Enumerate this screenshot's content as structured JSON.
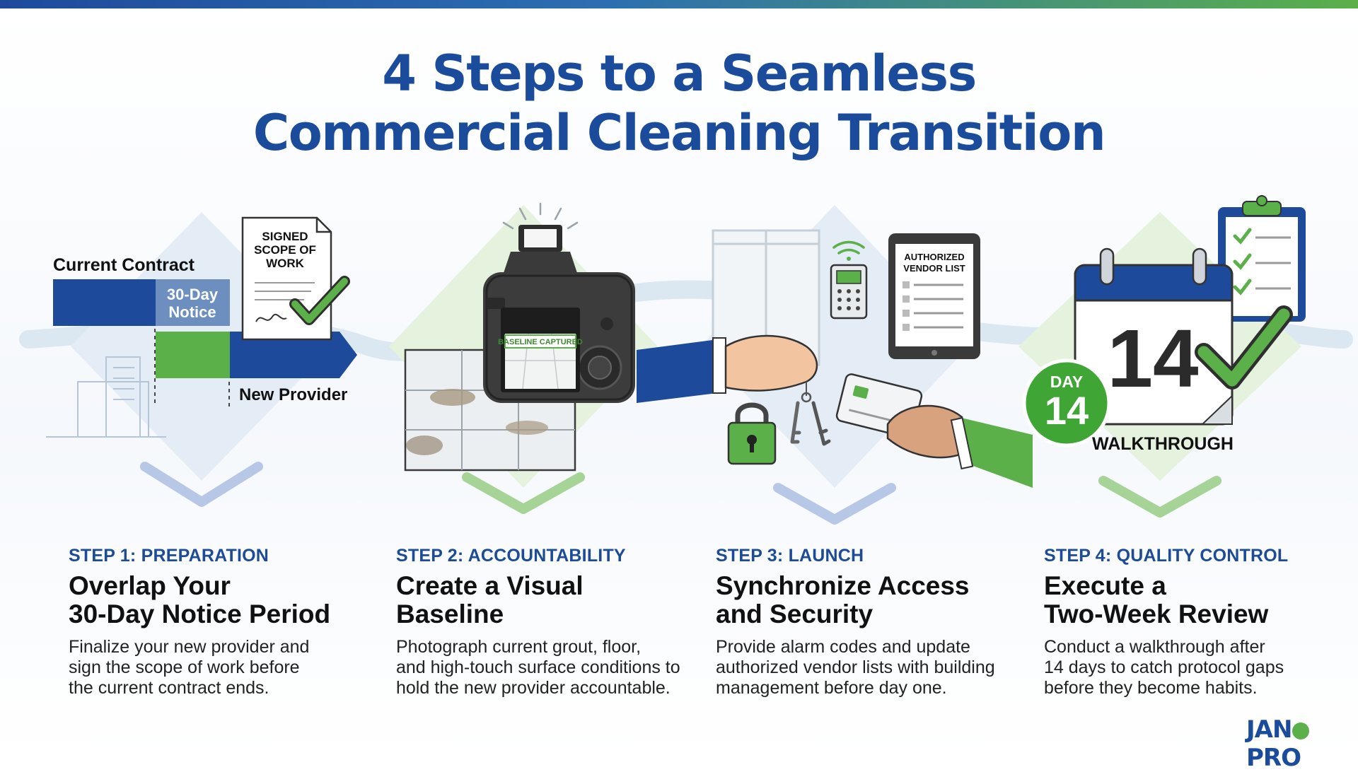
{
  "title_lines": [
    "4 Steps to a Seamless",
    "Commercial Cleaning Transition"
  ],
  "colors": {
    "primary_blue": "#1b4b9b",
    "accent_green": "#5bb04a",
    "text_dark": "#111111"
  },
  "illustrations": {
    "step1": {
      "current_contract_label": "Current Contract",
      "notice_lines": [
        "30-Day",
        "Notice"
      ],
      "new_provider_label": "New Provider",
      "document_lines": [
        "SIGNED",
        "SCOPE OF",
        "WORK"
      ]
    },
    "step2": {
      "screen_label": "BASELINE CAPTURED"
    },
    "step3": {
      "tablet_lines": [
        "AUTHORIZED",
        "VENDOR LIST"
      ]
    },
    "step4": {
      "calendar_number": "14",
      "badge_top": "DAY",
      "badge_number": "14",
      "walkthrough_label": "WALKTHROUGH"
    }
  },
  "steps": [
    {
      "label": "STEP 1: PREPARATION",
      "heading": [
        "Overlap Your",
        "30-Day Notice Period"
      ],
      "body": [
        "Finalize your new provider and",
        "sign the scope of work before",
        "the current contract ends."
      ]
    },
    {
      "label": "STEP 2: ACCOUNTABILITY",
      "heading": [
        "Create a Visual",
        "Baseline"
      ],
      "body": [
        "Photograph current grout, floor,",
        "and high-touch surface conditions to",
        "hold the new provider accountable."
      ]
    },
    {
      "label": "STEP 3: LAUNCH",
      "heading": [
        "Synchronize Access",
        "and Security"
      ],
      "body": [
        "Provide alarm codes and update",
        "authorized vendor lists with building",
        "management before day one."
      ]
    },
    {
      "label": "STEP 4: QUALITY CONTROL",
      "heading": [
        "Execute a",
        "Two-Week Review"
      ],
      "body": [
        "Conduct a walkthrough after",
        "14 days to catch protocol gaps",
        "before they become habits."
      ]
    }
  ],
  "logo": {
    "left": "JAN",
    "right": "PRO"
  }
}
